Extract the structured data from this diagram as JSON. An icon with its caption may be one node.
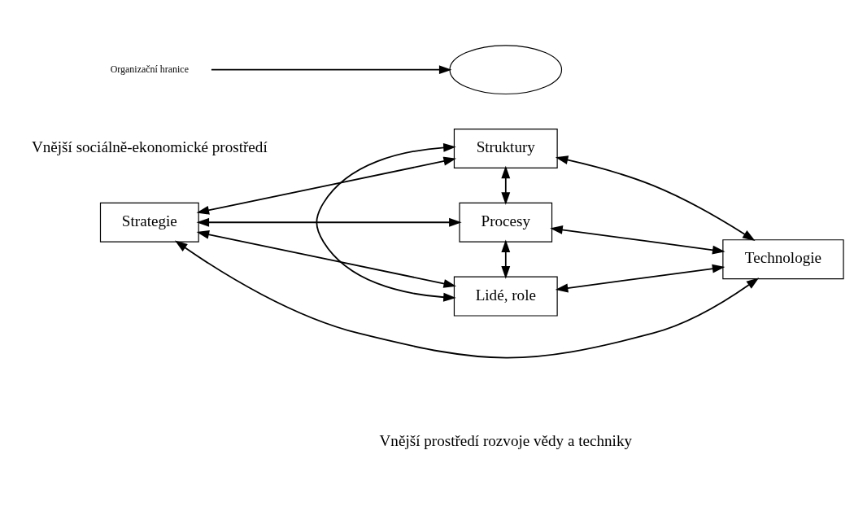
{
  "diagram": {
    "nodes": [
      {
        "text": [
          "Struktury"
        ]
      },
      {
        "text": [
          "Strategie"
        ]
      },
      {
        "text": [
          "Procesy"
        ]
      },
      {
        "text": [
          "Technologie"
        ]
      },
      {
        "text": [
          "Lidé, role"
        ]
      },
      {
        "text": [
          "Organizační hranice"
        ]
      },
      {
        "text": [],
        "shape": "ellipse"
      }
    ],
    "edges": [
      {
        "from": 1,
        "to": 0,
        "arrow": "both"
      },
      {
        "from": 1,
        "to": 2,
        "arrow": "both"
      },
      {
        "from": 1,
        "to": 4,
        "arrow": "both"
      },
      {
        "from": 0,
        "to": 2,
        "arrow": "both"
      },
      {
        "from": 2,
        "to": 4,
        "arrow": "both"
      },
      {
        "from": 0,
        "to": 3,
        "arrow": "both"
      },
      {
        "from": 2,
        "to": 3,
        "arrow": "both"
      },
      {
        "from": 4,
        "to": 3,
        "arrow": "both"
      },
      {
        "from": 0,
        "to": 4,
        "arrow": "both"
      },
      {
        "from": 1,
        "to": 3,
        "arrow": "both"
      },
      {
        "from": 5,
        "to": 6,
        "arrow": "to"
      }
    ],
    "labels": [
      "Vnější prostředí rozvoje vědy a techniky",
      "Vnější sociálně-ekonomické prostředí"
    ]
  }
}
